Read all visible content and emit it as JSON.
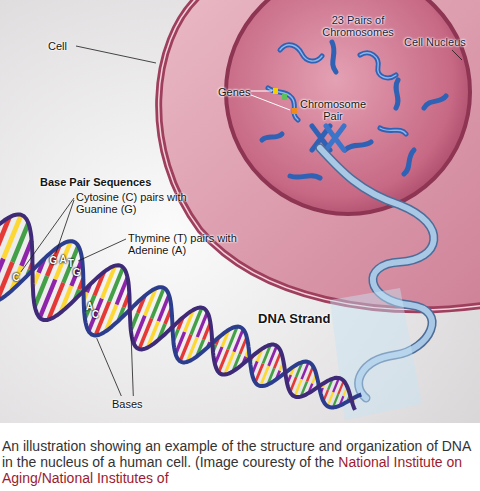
{
  "diagram": {
    "caption": "An illustration showing an example of the structure and organization of DNA in the nucleus of a human cell. (Image couresty of the",
    "labels": [
      "Cell",
      "Cell Nucleus",
      "23 Pairs of Chromosomes",
      "Genes",
      "Chromosome Pair",
      "Base Pair Sequences",
      "Cytosine (C) pairs with Guanine (G)",
      "Thymine (T) pairs with Adenine (A)",
      "DNA Strand",
      "Bases",
      "C",
      "G",
      "A",
      "T",
      "G",
      "A",
      "C",
      "National Institute on Aging/National Institutes of"
    ]
  }
}
